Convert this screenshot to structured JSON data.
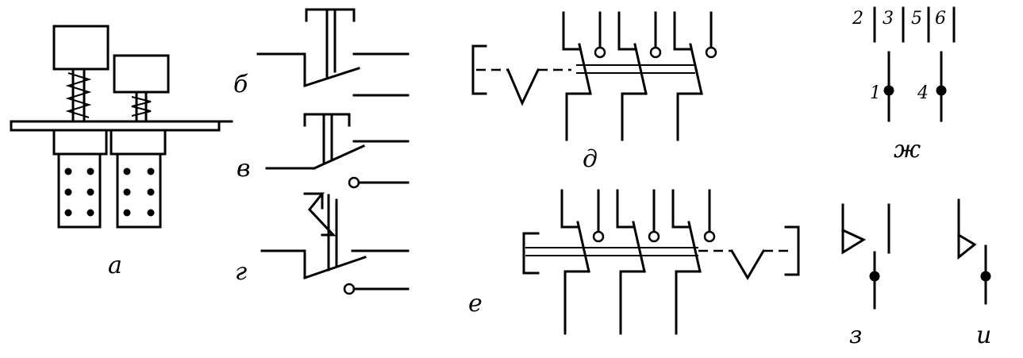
{
  "labels": {
    "a": "а",
    "b": "б",
    "v": "в",
    "g": "г",
    "d": "д",
    "e": "е",
    "zh": "ж",
    "z": "з",
    "i": "и"
  },
  "zh_numbers": {
    "n2": "2",
    "n3": "3",
    "n5": "5",
    "n6": "6",
    "n1": "1",
    "n4": "4"
  },
  "icons": {
    "button_assembly": "push-button-assembly-icon",
    "contact": "contact-symbol-icon"
  }
}
